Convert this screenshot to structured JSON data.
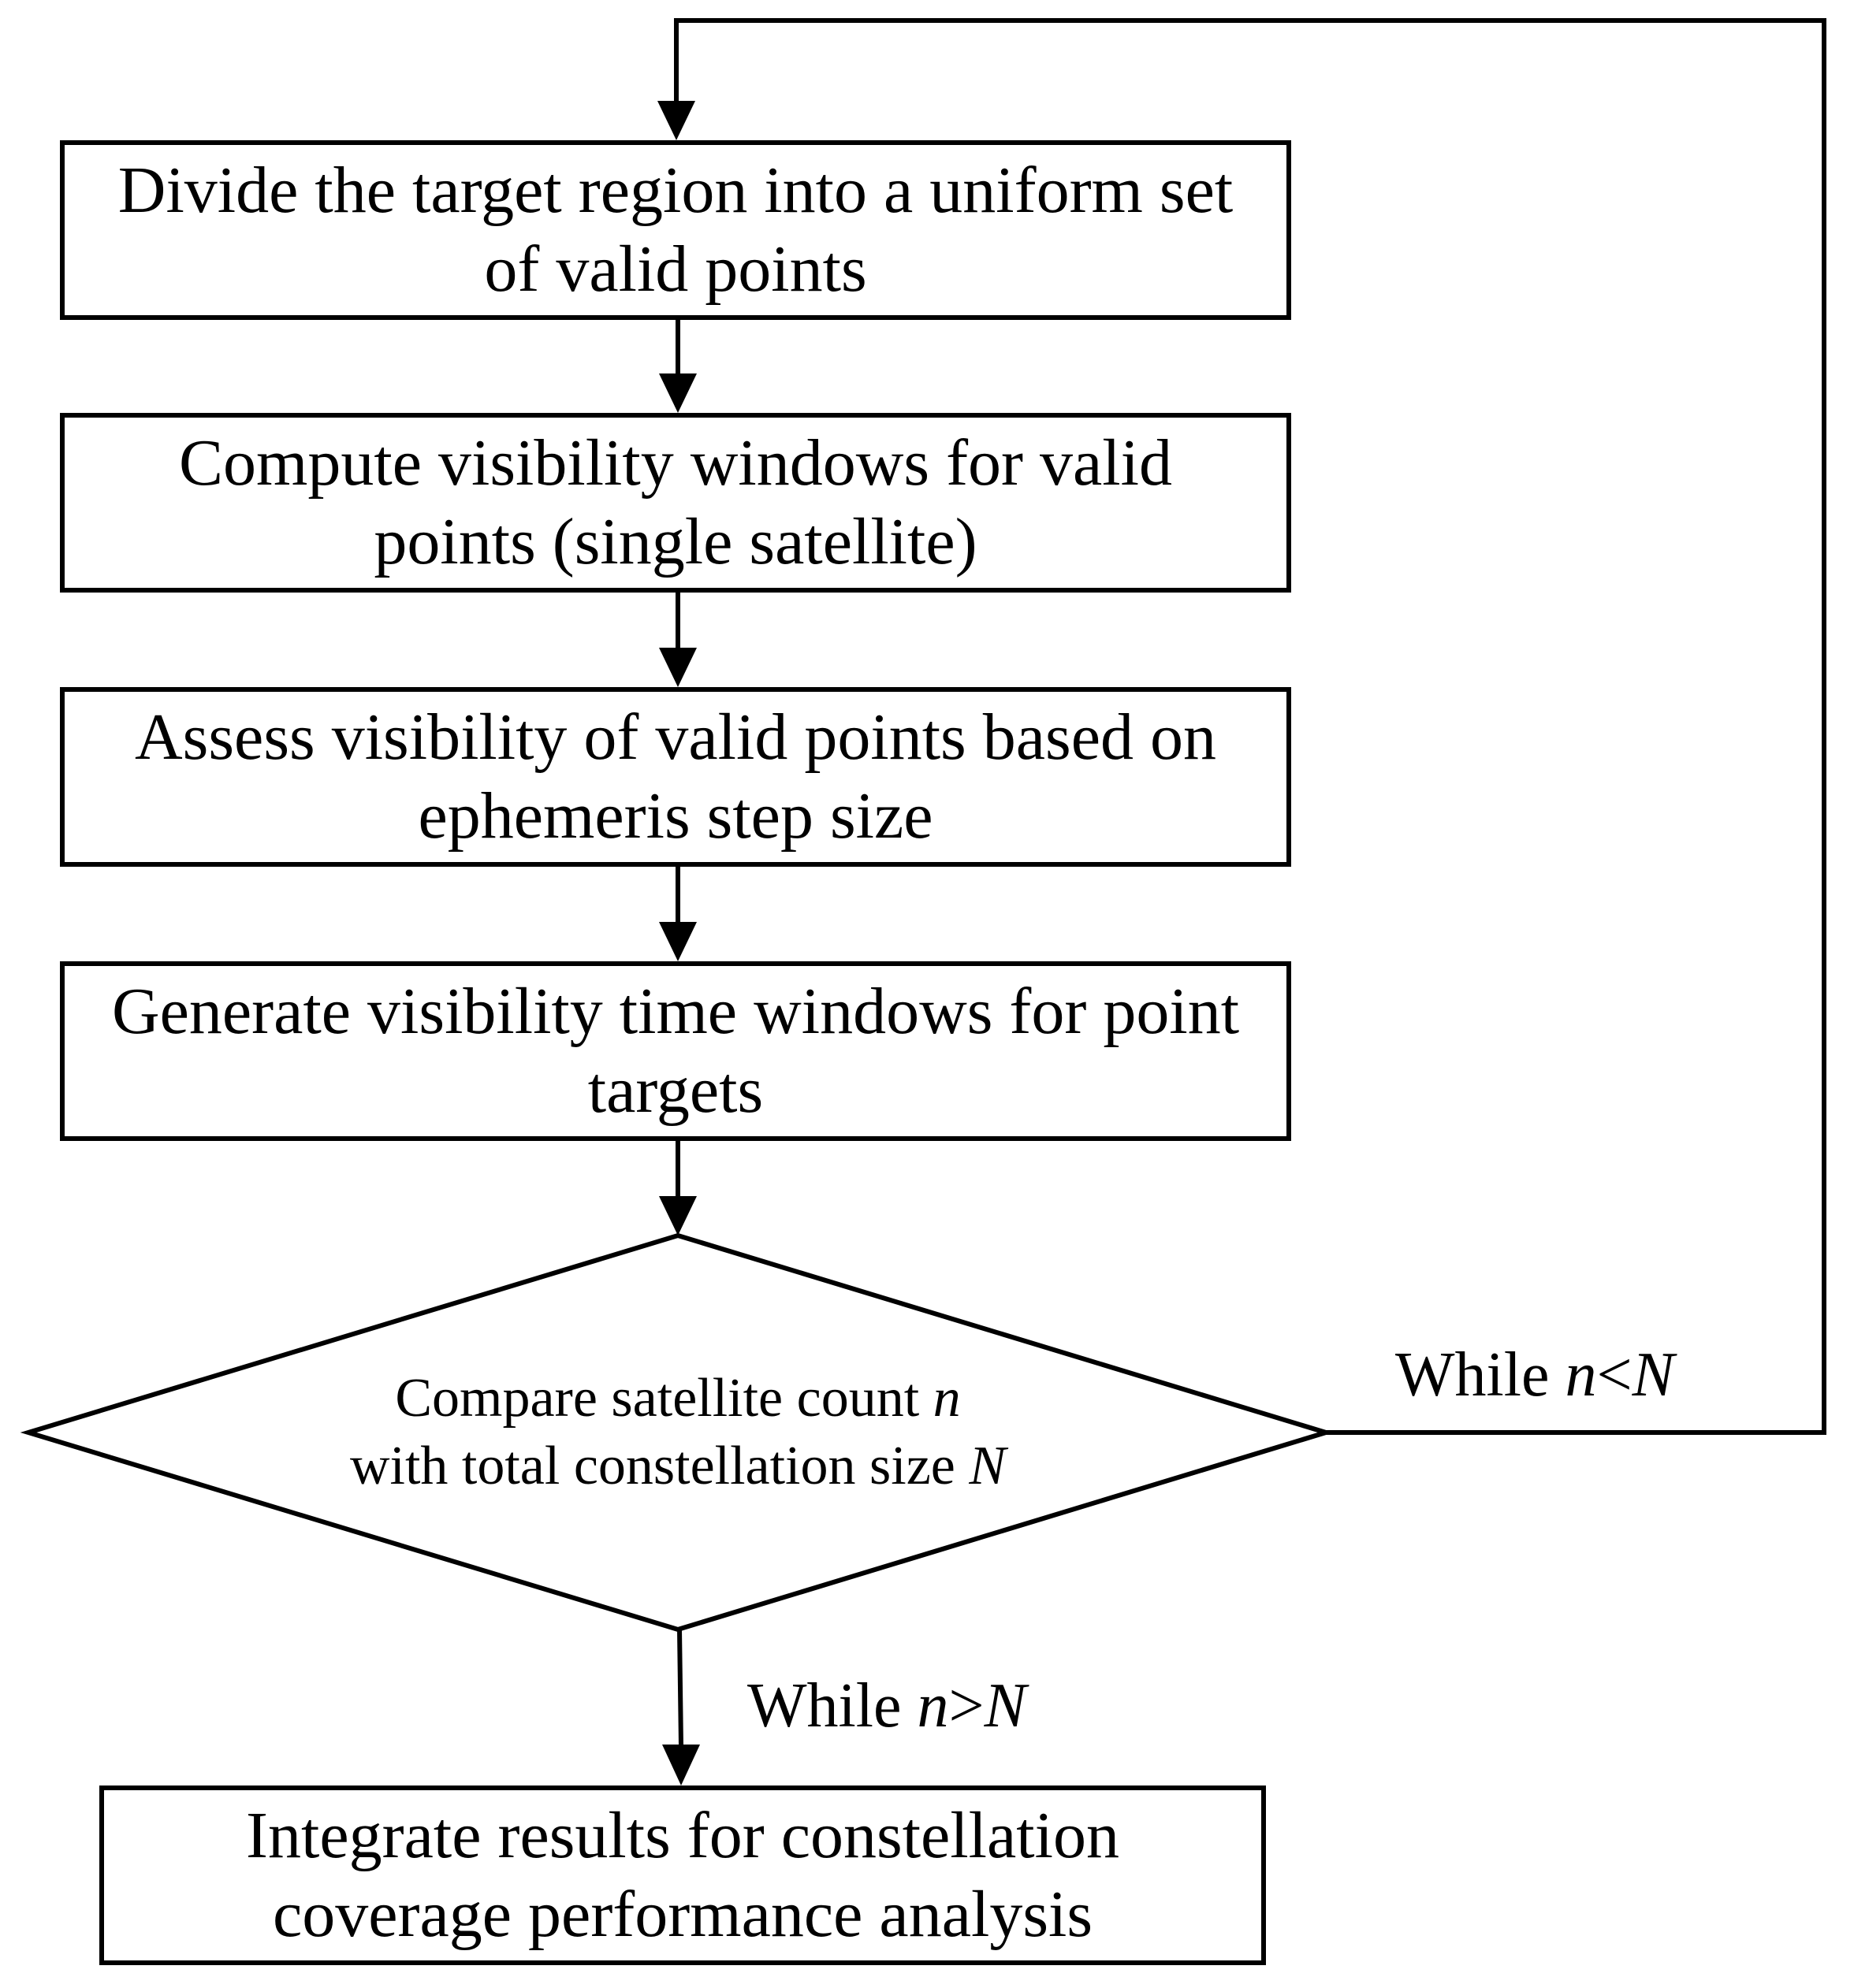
{
  "steps": [
    {
      "line1": "Divide the target region into a uniform set",
      "line2": "of valid points"
    },
    {
      "line1": "Compute visibility windows for valid",
      "line2": "points (single satellite)"
    },
    {
      "line1": "Assess visibility of valid points based on",
      "line2": "ephemeris step size"
    },
    {
      "line1": "Generate visibility time windows for point",
      "line2": "targets"
    }
  ],
  "decision": {
    "line1": "Compare satellite count",
    "line1_var": "n",
    "line2": "with total constellation size",
    "line2_var": "N"
  },
  "loop_label": {
    "prefix": "While ",
    "var1": "n",
    "op": "<",
    "var2": "N"
  },
  "exit_label": {
    "prefix": "While ",
    "var1": "n",
    "op": ">",
    "var2": "N"
  },
  "final_step": {
    "line1": "Integrate results for constellation",
    "line2": "coverage performance analysis"
  }
}
